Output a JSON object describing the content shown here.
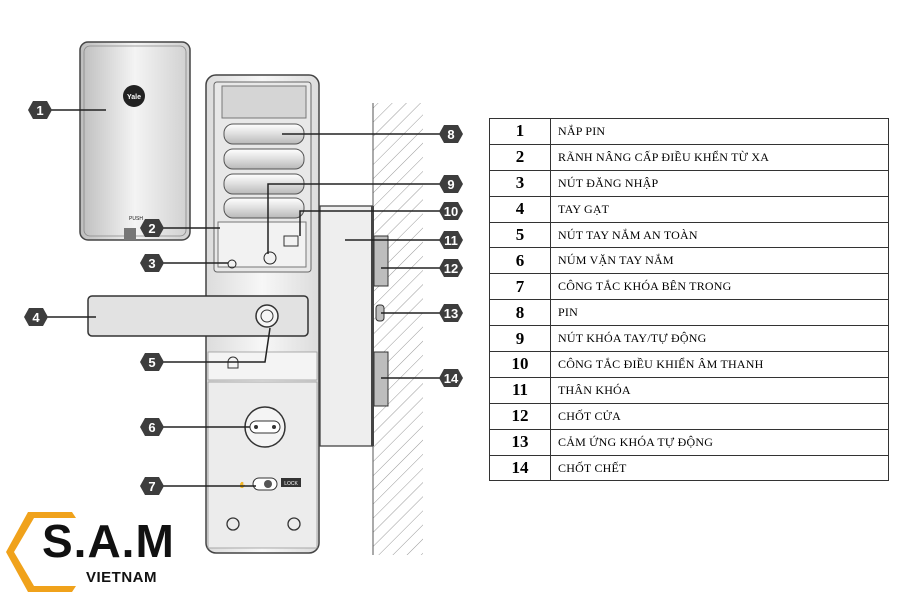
{
  "brand": {
    "name": "Yale",
    "push_text": "PUSH"
  },
  "lock_labels": {
    "lock": "LOCK",
    "hand_mark": "✋"
  },
  "callouts": [
    "1",
    "2",
    "3",
    "4",
    "5",
    "6",
    "7",
    "8",
    "9",
    "10",
    "11",
    "12",
    "13",
    "14"
  ],
  "legend": [
    {
      "num": "1",
      "text": "NẮP PIN"
    },
    {
      "num": "2",
      "text": "RÃNH NÂNG CẤP ĐIỀU KHỂN TỪ XA"
    },
    {
      "num": "3",
      "text": "NÚT ĐĂNG NHẬP"
    },
    {
      "num": "4",
      "text": "TAY GẠT"
    },
    {
      "num": "5",
      "text": "NÚT TAY NẮM AN TOÀN"
    },
    {
      "num": "6",
      "text": "NÚM VẶN TAY NẮM"
    },
    {
      "num": "7",
      "text": "CÔNG TẮC KHÓA BÊN TRONG"
    },
    {
      "num": "8",
      "text": "PIN"
    },
    {
      "num": "9",
      "text": "NÚT KHÓA TAY/TỰ ĐỘNG"
    },
    {
      "num": "10",
      "text": "CÔNG TẮC ĐIỀU KHIỂN ÂM THANH"
    },
    {
      "num": "11",
      "text": "THÂN KHÓA"
    },
    {
      "num": "12",
      "text": "CHỐT CỬA"
    },
    {
      "num": "13",
      "text": "CẢM ỨNG KHÓA TỰ ĐỘNG"
    },
    {
      "num": "14",
      "text": "CHỐT CHẾT"
    }
  ],
  "logo": {
    "main": "S.A.M",
    "sub": "VIETNAM",
    "accent_color": "#f0a21b"
  },
  "colors": {
    "callout_fill": "#3d3d3d",
    "line": "#222222",
    "device_fill": "#efefef",
    "device_stroke": "#555555"
  }
}
